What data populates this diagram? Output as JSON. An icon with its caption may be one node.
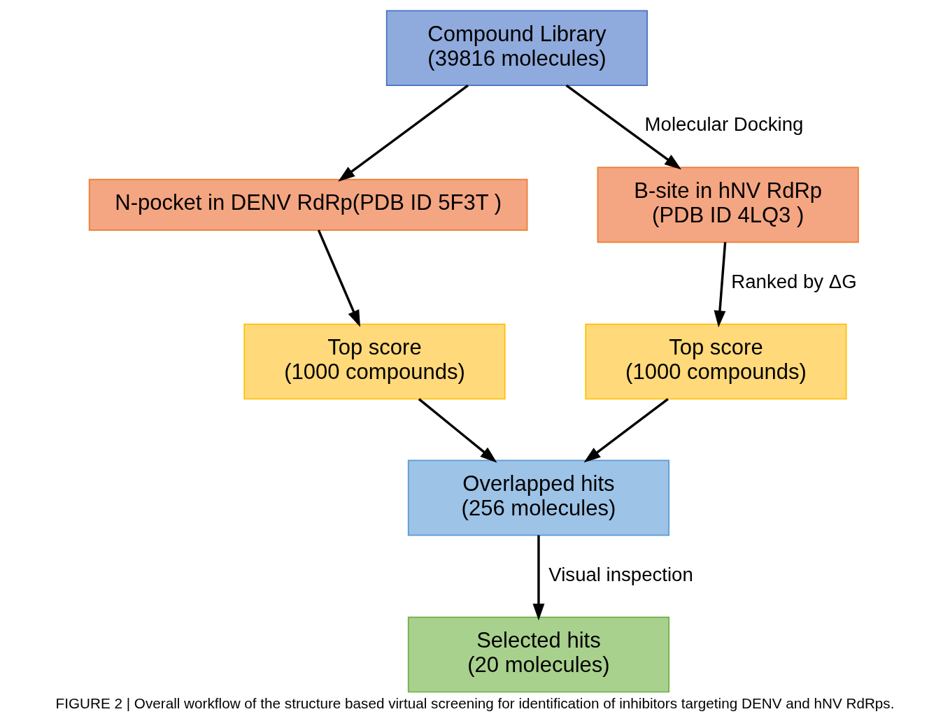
{
  "diagram": {
    "caption": "FIGURE 2 | Overall workflow of the structure based virtual screening for identification of inhibitors targeting DENV and hNV RdRps.",
    "nodes": [
      {
        "text": [
          "Compound Library (39816 molecules)"
        ]
      },
      {
        "text": [
          "N-pocket in DENV RdRp(PDB ID 5F3T )"
        ]
      },
      {
        "text": [
          "B-site in hNV RdRp (PDB ID 4LQ3 )"
        ]
      },
      {
        "text": [
          "Top score (1000 compounds)"
        ]
      },
      {
        "text": [
          "Top score (1000 compounds)"
        ]
      },
      {
        "text": [
          "Overlapped hits (256 molecules)"
        ]
      },
      {
        "text": [
          "Selected hits (20 molecules)"
        ]
      }
    ],
    "edges": [
      {
        "from": 0,
        "to": 1,
        "arrow": "to"
      },
      {
        "from": 0,
        "to": 2,
        "arrow": "to",
        "label": "Molecular Docking"
      },
      {
        "from": 1,
        "to": 3,
        "arrow": "to"
      },
      {
        "from": 2,
        "to": 4,
        "arrow": "to",
        "label": "Ranked by ΔG"
      },
      {
        "from": 3,
        "to": 5,
        "arrow": "to"
      },
      {
        "from": 4,
        "to": 5,
        "arrow": "to"
      },
      {
        "from": 5,
        "to": 6,
        "arrow": "to",
        "label": "Visual inspection"
      }
    ]
  }
}
